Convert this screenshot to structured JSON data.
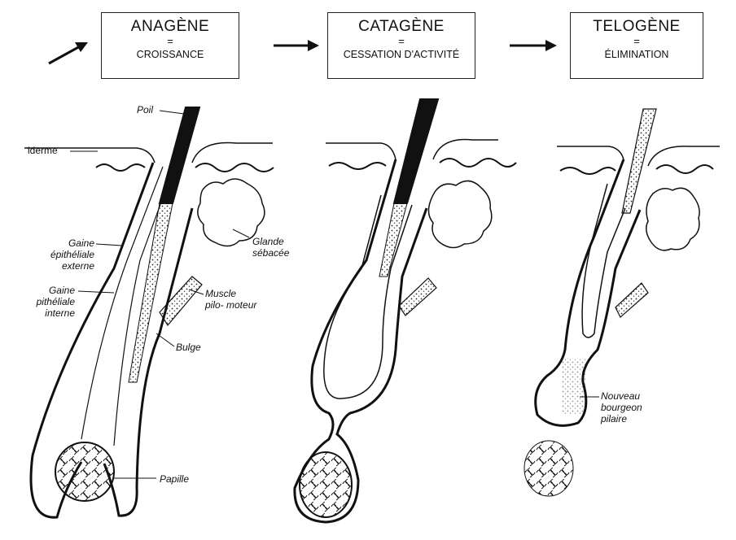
{
  "phases": [
    {
      "title": "ANAGÈNE",
      "eq": "=",
      "subtitle": "CROISSANCE"
    },
    {
      "title": "CATAGÈNE",
      "eq": "=",
      "subtitle": "CESSATION D'ACTIVITÉ"
    },
    {
      "title": "TELOGÈNE",
      "eq": "=",
      "subtitle": "ÉLIMINATION"
    }
  ],
  "labels": {
    "poil": "Poil",
    "epiderme": "iderme",
    "gaine_ext_1": "Gaine",
    "gaine_ext_2": "épithéliale",
    "gaine_ext_3": "externe",
    "gaine_int_1": "Gaine",
    "gaine_int_2": "pithéliale",
    "gaine_int_3": "interne",
    "glande_1": "Glande",
    "glande_2": "sébacée",
    "muscle_1": "Muscle",
    "muscle_2": "pilo- moteur",
    "bulge": "Bulge",
    "papille": "Papille",
    "nouveau_1": "Nouveau",
    "nouveau_2": "bourgeon",
    "nouveau_3": "pilaire"
  }
}
